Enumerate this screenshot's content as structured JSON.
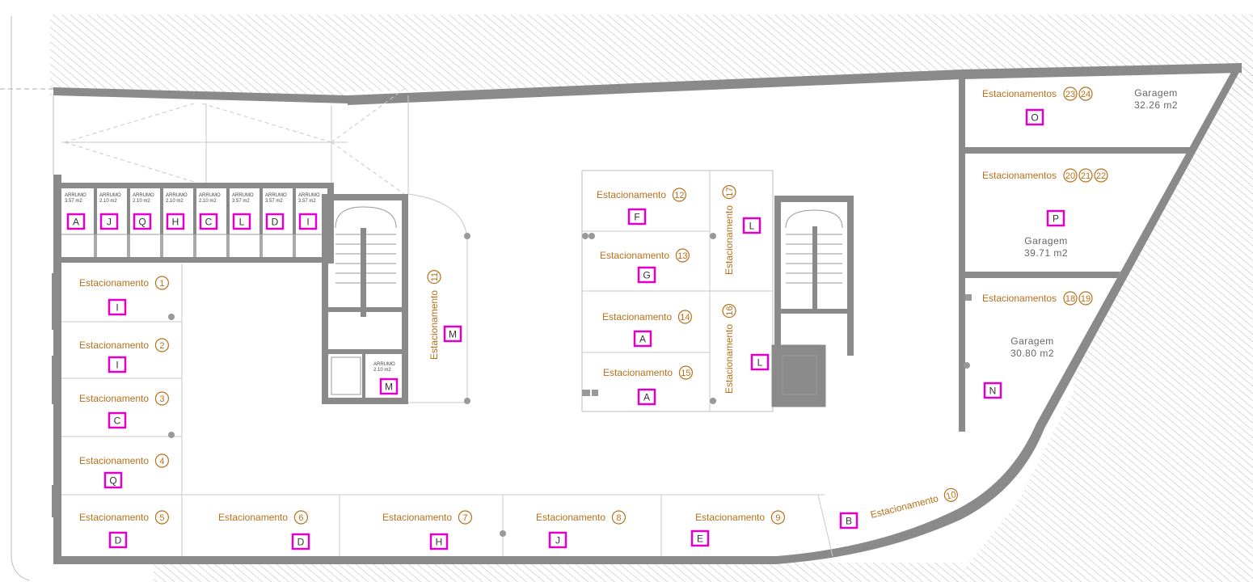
{
  "plan": {
    "label_word": "Estacionamento",
    "label_word_plural": "Estacionamentos",
    "spaces": [
      {
        "nums": [
          "1"
        ],
        "tag": "I"
      },
      {
        "nums": [
          "2"
        ],
        "tag": "I"
      },
      {
        "nums": [
          "3"
        ],
        "tag": "C"
      },
      {
        "nums": [
          "4"
        ],
        "tag": "Q"
      },
      {
        "nums": [
          "5"
        ],
        "tag": "D"
      },
      {
        "nums": [
          "6"
        ],
        "tag": "D"
      },
      {
        "nums": [
          "7"
        ],
        "tag": "H"
      },
      {
        "nums": [
          "8"
        ],
        "tag": "J"
      },
      {
        "nums": [
          "9"
        ],
        "tag": "E"
      },
      {
        "nums": [
          "10"
        ],
        "tag": "B"
      },
      {
        "nums": [
          "11"
        ],
        "tag": "M"
      },
      {
        "nums": [
          "12"
        ],
        "tag": "F"
      },
      {
        "nums": [
          "13"
        ],
        "tag": "G"
      },
      {
        "nums": [
          "14"
        ],
        "tag": "A"
      },
      {
        "nums": [
          "15"
        ],
        "tag": "A"
      },
      {
        "nums": [
          "16"
        ],
        "tag": "L"
      },
      {
        "nums": [
          "17"
        ],
        "tag": "L"
      },
      {
        "nums": [
          "23",
          "24"
        ],
        "tag": "O"
      },
      {
        "nums": [
          "20",
          "21",
          "22"
        ],
        "tag": "P"
      },
      {
        "nums": [
          "18",
          "19"
        ],
        "tag": "N"
      }
    ],
    "garages": [
      {
        "word": "Garagem",
        "area": "32.26  m2"
      },
      {
        "word": "Garagem",
        "area": "39.71  m2"
      },
      {
        "word": "Garagem",
        "area": "30.80  m2"
      }
    ],
    "storage": [
      {
        "title": "ARRUMO",
        "area": "3.57 m2",
        "tag": "A"
      },
      {
        "title": "ARRUMO",
        "area": "2.10 m2",
        "tag": "J"
      },
      {
        "title": "ARRUMO",
        "area": "2.10 m2",
        "tag": "Q"
      },
      {
        "title": "ARRUMO",
        "area": "2.10 m2",
        "tag": "H"
      },
      {
        "title": "ARRUMO",
        "area": "2.10 m2",
        "tag": "C"
      },
      {
        "title": "ARRUMO",
        "area": "3.57 m2",
        "tag": "L"
      },
      {
        "title": "ARRUMO",
        "area": "3.57 m2",
        "tag": "D"
      },
      {
        "title": "ARRUMO",
        "area": "3.57 m2",
        "tag": "I"
      },
      {
        "title": "ARRUMO",
        "area": "2.10 m2",
        "tag": "M"
      }
    ]
  }
}
